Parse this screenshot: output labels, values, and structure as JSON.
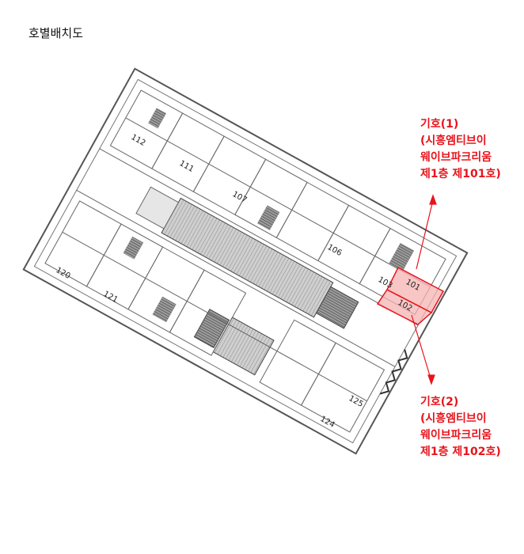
{
  "page_title": "호별배치도",
  "rooms": {
    "r112": "112",
    "r111": "111",
    "r107": "107",
    "r106": "106",
    "r120": "120",
    "r121": "121",
    "r101": "101",
    "r102": "102",
    "r103": "103",
    "r125": "125",
    "r124": "124"
  },
  "callouts": [
    {
      "line1": "기호(1)",
      "line2": "(시흥엠티브이",
      "line3": "웨이브파크리움",
      "line4": "제1층 제101호)"
    },
    {
      "line1": "기호(2)",
      "line2": "(시흥엠티브이",
      "line3": "웨이브파크리움",
      "line4": "제1층 제102호)"
    }
  ],
  "colors": {
    "highlight_fill": "#f7b3b3",
    "highlight_stroke": "#e8141c",
    "callout_text": "#e8141c",
    "plan_line": "#555555"
  }
}
